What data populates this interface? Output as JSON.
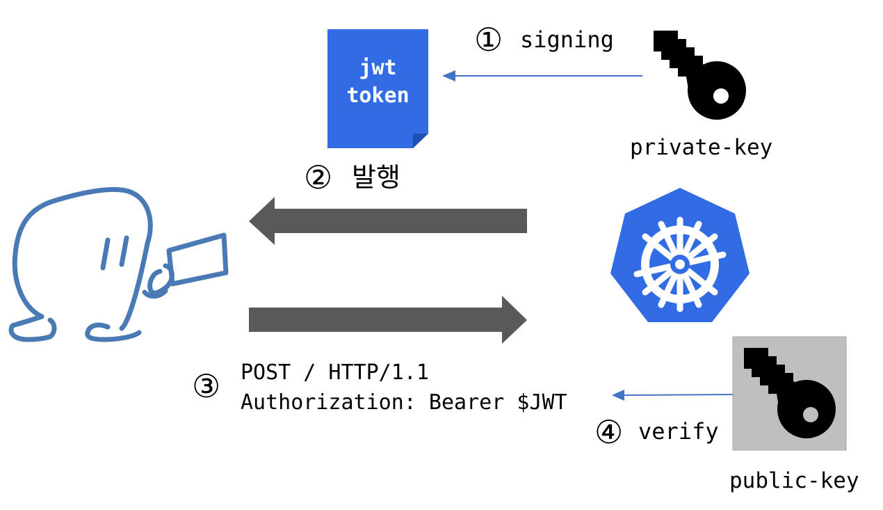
{
  "token": {
    "line1": "jwt",
    "line2": "token",
    "color": "#326ce5"
  },
  "steps": {
    "signing": {
      "number": "①",
      "label": "signing"
    },
    "issue": {
      "number": "②",
      "label": "발행"
    },
    "request": {
      "number": "③",
      "line1": "POST / HTTP/1.1",
      "line2": "Authorization: Bearer $JWT"
    },
    "verify": {
      "number": "④",
      "label": "verify"
    }
  },
  "keys": {
    "private": {
      "label": "private-key",
      "icon": "key-icon"
    },
    "public": {
      "label": "public-key",
      "icon": "key-icon",
      "background": "#bfbfbf"
    }
  },
  "server": {
    "icon": "kubernetes-helm-icon",
    "color": "#326ce5"
  },
  "client": {
    "icon": "user-with-laptop-sketch",
    "color": "#4a7ab5"
  },
  "colors": {
    "thin_arrow": "#4472c4",
    "thick_arrow": "#595959"
  }
}
